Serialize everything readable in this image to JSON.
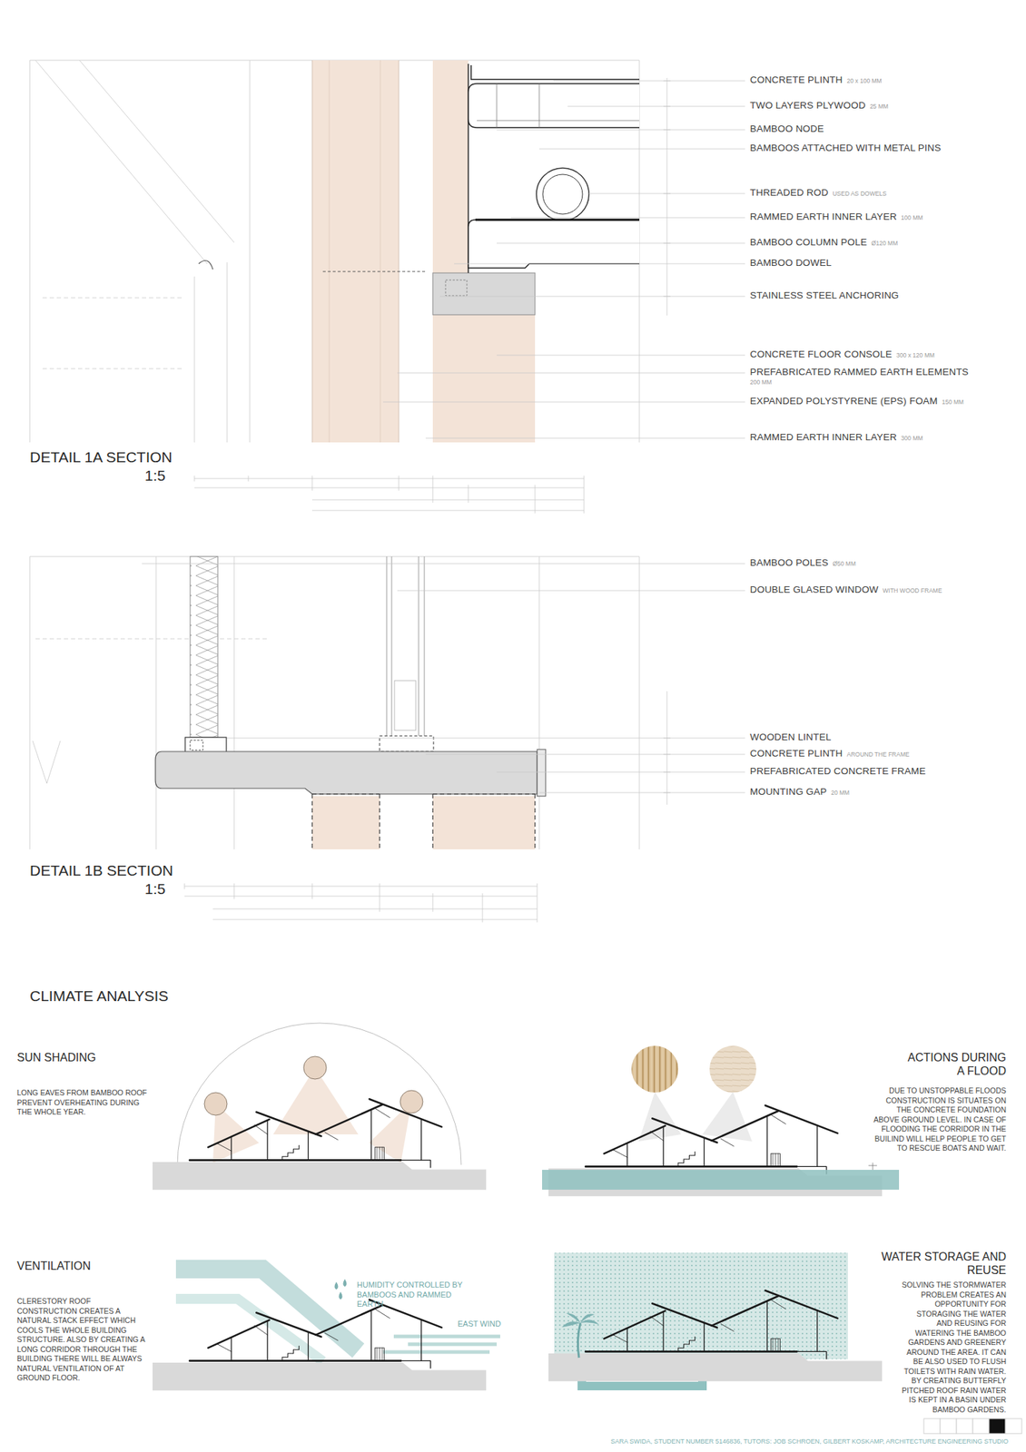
{
  "diagram": {
    "labels": [
      "CONCRETE PLINTH",
      "20 x 100 MM",
      "TWO LAYERS PLYWOOD",
      "25 MM",
      "BAMBOO NODE",
      "BAMBOOS ATTACHED WITH METAL PINS",
      "THREADED ROD",
      "USED AS DOWELS",
      "RAMMED EARTH INNER LAYER",
      "100 MM",
      "BAMBOO COLUMN POLE",
      "Ø120 MM",
      "BAMBOO DOWEL",
      "STAINLESS STEEL ANCHORING",
      "CONCRETE FLOOR CONSOLE",
      "300 x 120 MM",
      "PREFABRICATED RAMMED EARTH ELEMENTS",
      "200 MM",
      "EXPANDED POLYSTYRENE (EPS) FOAM",
      "150 MM",
      "RAMMED EARTH INNER LAYER",
      "300 MM",
      "DETAIL 1A SECTION",
      "1:5",
      "BAMBOO POLES",
      "Ø50 MM",
      "DOUBLE GLASED WINDOW",
      "WITH WOOD FRAME",
      "WOODEN LINTEL",
      "CONCRETE PLINTH",
      "AROUND THE FRAME",
      "PREFABRICATED CONCRETE FRAME",
      "MOUNTING GAP",
      "20 MM",
      "DETAIL 1B SECTION",
      "1:5",
      "CLIMATE ANALYSIS",
      "SUN SHADING",
      "LONG EAVES FROM BAMBOO ROOF PREVENT OVERHEATING DURING THE WHOLE YEAR.",
      "ACTIONS DURING A FLOOD",
      "DUE TO UNSTOPPABLE FLOODS CONSTRUCTION IS SITUATES ON THE CONCRETE FOUNDATION ABOVE GROUND LEVEL. IN CASE OF FLOODING THE CORRIDOR IN THE BUILIND WILL HELP PEOPLE TO GET TO RESCUE BOATS AND WAIT.",
      "VENTILATION",
      "CLERESTORY ROOF CONSTRUCTION CREATES A NATURAL STACK EFFECT WHICH COOLS THE WHOLE BUILDING STRUCTURE. ALSO BY CREATING A LONG CORRIDOR THROUGH THE BUILDING THERE WILL BE ALWAYS NATURAL VENTILATION OF AT GROUND FLOOR.",
      "HUMIDITY CONTROLLED BY BAMBOOS AND RAMMED EARTH",
      "EAST WIND",
      "WATER STORAGE AND REUSE",
      "SOLVING THE STORMWATER PROBLEM CREATES AN OPPORTUNITY FOR STORAGING THE WATER AND REUSING FOR WATERING THE BAMBOO GARDENS AND GREENERY AROUND THE AREA. IT CAN BE ALSO USED TO FLUSH TOILETS WITH RAIN WATER. BY CREATING BUTTERFLY PITCHED ROOF RAIN WATER IS KEPT IN A BASIN UNDER BAMBOO GARDENS.",
      "SARA SWIDA, STUDENT NUMBER 5146836, TUTORS: JOB SCHROEN, GILBERT KOSKAMP, ARCHITECTURE ENGINEERING STUDIO"
    ]
  }
}
